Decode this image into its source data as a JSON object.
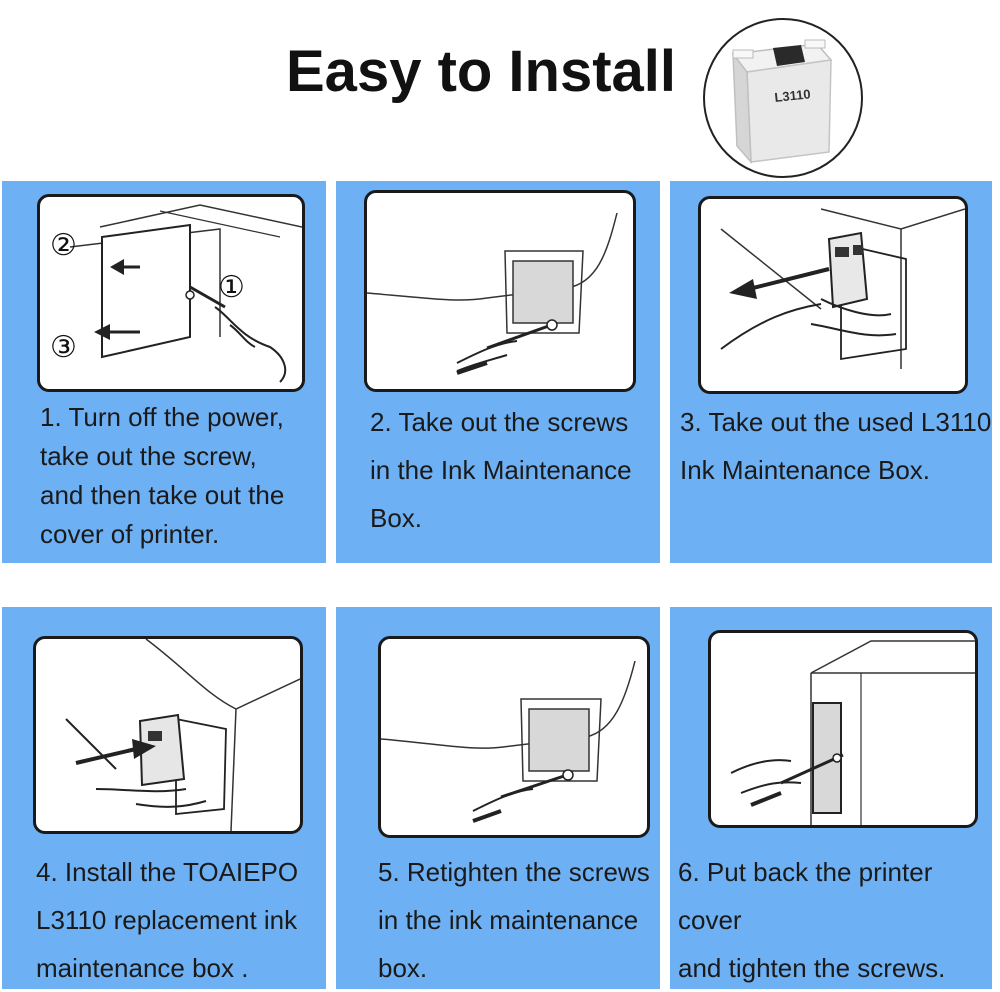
{
  "title": "Easy to Install",
  "product": {
    "label": "L3110"
  },
  "steps": [
    {
      "caption": "1. Turn off the power,\ntake out the screw,\nand then take out the\ncover of printer.",
      "markers": [
        "①",
        "②",
        "③"
      ]
    },
    {
      "caption": "2. Take out the screws\nin the Ink Maintenance\nBox."
    },
    {
      "caption": "3. Take out the used L3110\n Ink Maintenance Box."
    },
    {
      "caption": "4. Install the TOAIEPO\nL3110 replacement ink\nmaintenance box ."
    },
    {
      "caption": "5. Retighten the screws\n in the ink maintenance\nbox."
    },
    {
      "caption": "6. Put back the printer cover\n and tighten the screws."
    }
  ],
  "colors": {
    "card_bg": "#6eb0f4",
    "panel_border": "#1a1a1a",
    "box_gray": "#d8d8d8"
  }
}
